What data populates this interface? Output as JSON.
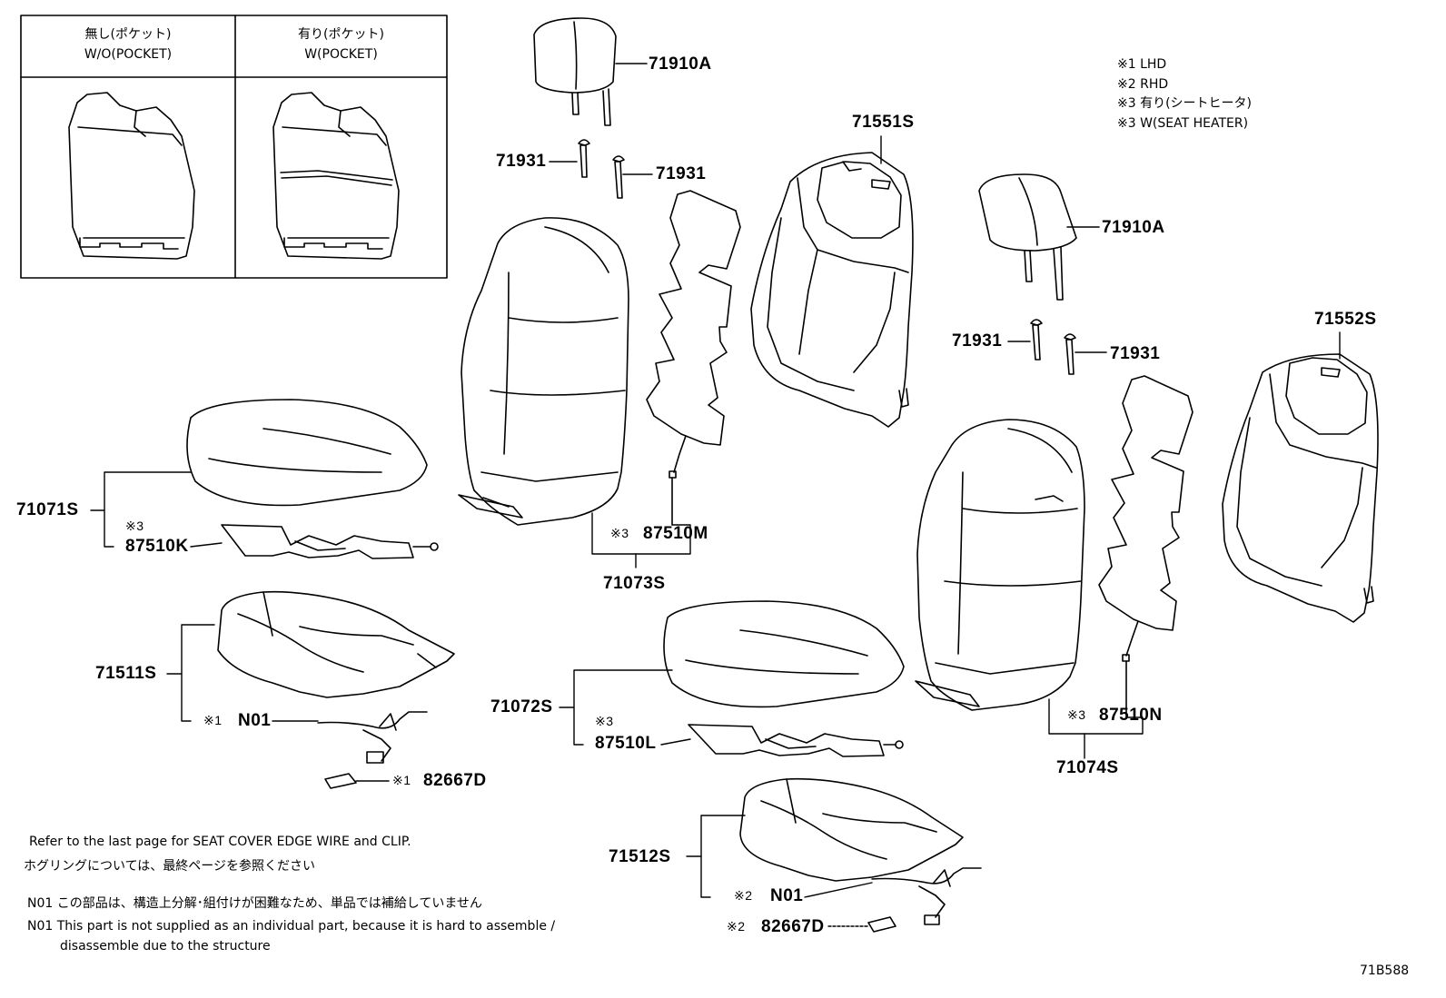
{
  "inset": {
    "left_title_jp": "無し(ポケット)",
    "left_title_en": "W/O(POCKET)",
    "right_title_jp": "有り(ポケット)",
    "right_title_en": "W(POCKET)"
  },
  "legend": {
    "line1": "※1 LHD",
    "line2": "※2 RHD",
    "line3": "※3 有り(シートヒータ)",
    "line4": "※3 W(SEAT HEATER)"
  },
  "parts": {
    "p71910A_left": "71910A",
    "p71910A_right": "71910A",
    "p71931_a": "71931",
    "p71931_b": "71931",
    "p71931_c": "71931",
    "p71931_d": "71931",
    "p71551S": "71551S",
    "p71552S": "71552S",
    "p71071S": "71071S",
    "p87510K_mark": "※3",
    "p87510K": "87510K",
    "p87510M_mark": "※3",
    "p87510M": "87510M",
    "p71073S": "71073S",
    "p71511S": "71511S",
    "pN01_left_mark": "※1",
    "pN01_left": "N01",
    "p82667D_left_mark": "※1",
    "p82667D_left": "82667D",
    "p71072S": "71072S",
    "p87510L_mark": "※3",
    "p87510L": "87510L",
    "p87510N_mark": "※3",
    "p87510N": "87510N",
    "p71074S": "71074S",
    "p71512S": "71512S",
    "pN01_right_mark": "※2",
    "pN01_right": "N01",
    "p82667D_right_mark": "※2",
    "p82667D_right": "82667D"
  },
  "notes": {
    "refer_en": "Refer to the last page for SEAT COVER EDGE WIRE and CLIP.",
    "refer_jp": "ホグリングについては、最終ページを参照ください",
    "n01_jp": "N01 この部品は、構造上分解･組付けが困難なため、単品では補給していません",
    "n01_en_1": "N01 This part is not supplied as an individual part, because it is hard to assemble /",
    "n01_en_2": "disassemble due to the structure"
  },
  "figure_id": "71B588"
}
